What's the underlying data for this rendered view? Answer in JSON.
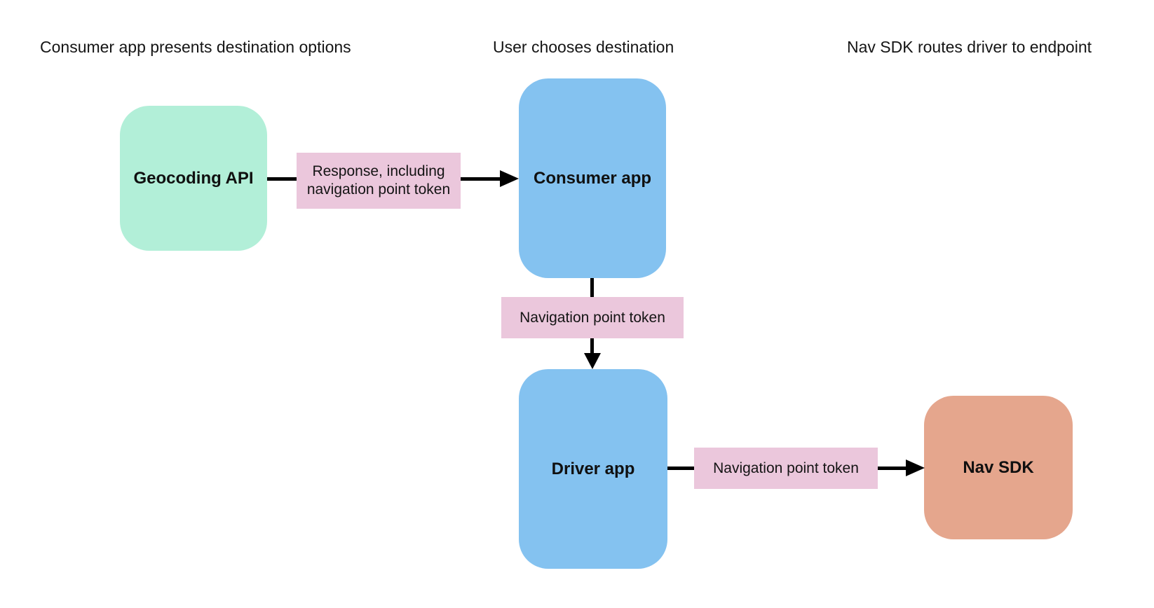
{
  "page": {
    "background_color": "#ffffff",
    "text_color": "#111111"
  },
  "diagram": {
    "type": "flowchart",
    "phase_headers": [
      "Consumer app presents destination options",
      "User chooses destination",
      "Nav SDK routes driver to endpoint"
    ],
    "nodes": {
      "geocoding_api": {
        "label": "Geocoding API",
        "fill": "#b2efd8"
      },
      "consumer_app": {
        "label": "Consumer app",
        "fill": "#84c2f0"
      },
      "driver_app": {
        "label": "Driver app",
        "fill": "#84c2f0"
      },
      "nav_sdk": {
        "label": "Nav SDK",
        "fill": "#e5a68d"
      }
    },
    "edges": [
      {
        "from": "Geocoding API",
        "to": "Consumer app",
        "label": "Response, including navigation point token"
      },
      {
        "from": "Consumer app",
        "to": "Driver app",
        "label": "Navigation point token"
      },
      {
        "from": "Driver app",
        "to": "Nav SDK",
        "label": "Navigation point token"
      }
    ],
    "edge_label_fill": "#ebc7dc",
    "arrow_color": "#000000"
  }
}
